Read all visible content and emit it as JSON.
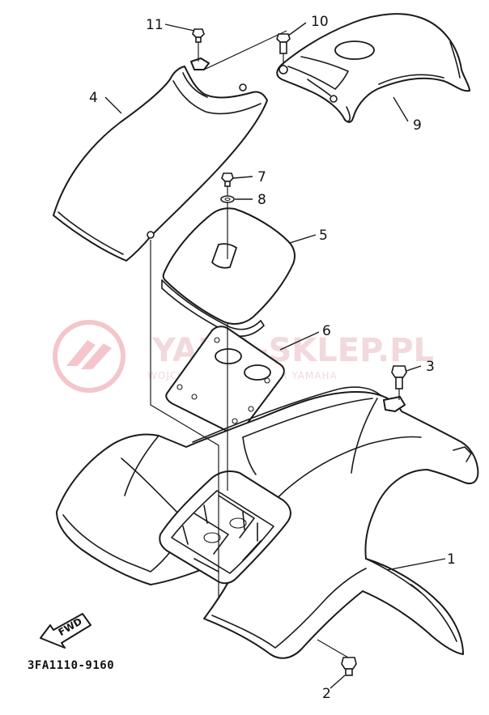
{
  "diagram": {
    "drawing_code": "3FA1110-9160",
    "fwd_marker": "FWD",
    "callouts": [
      {
        "id": "1",
        "label": "1"
      },
      {
        "id": "2",
        "label": "2"
      },
      {
        "id": "3",
        "label": "3"
      },
      {
        "id": "4",
        "label": "4"
      },
      {
        "id": "5",
        "label": "5"
      },
      {
        "id": "6",
        "label": "6"
      },
      {
        "id": "7",
        "label": "7"
      },
      {
        "id": "8",
        "label": "8"
      },
      {
        "id": "9",
        "label": "9"
      },
      {
        "id": "10",
        "label": "10"
      },
      {
        "id": "11",
        "label": "11"
      }
    ]
  },
  "watermark": {
    "title": "YAMA-SKLEP.PL",
    "subtitle": "WOJCIECHOWSKI DEALER YAMAHA"
  },
  "colors": {
    "line": "#1a1a1a",
    "background": "#ffffff",
    "watermark": "#f4c6cc"
  }
}
